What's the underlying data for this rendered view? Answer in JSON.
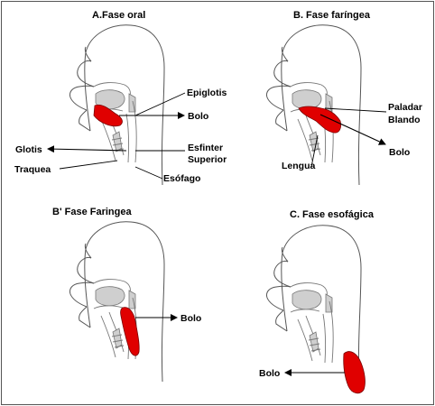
{
  "colors": {
    "bolus": "#e00000",
    "border": "#555555",
    "outline": "#555555"
  },
  "panels": {
    "a": {
      "title": "A.Fase oral",
      "labels": {
        "epiglotis": "Epiglotis",
        "bolo": "Bolo",
        "glotis": "Glotis",
        "esfinter_1": "Esfinter",
        "esfinter_2": "Superior",
        "traquea": "Traquea",
        "esofago": "Esófago"
      }
    },
    "b": {
      "title": "B. Fase faríngea",
      "labels": {
        "paladar_1": "Paladar",
        "paladar_2": "Blando",
        "bolo": "Bolo",
        "lengua": "Lengua"
      }
    },
    "b_prime": {
      "title": "B' Fase Faringea",
      "labels": {
        "bolo": "Bolo"
      }
    },
    "c": {
      "title": "C. Fase esofágica",
      "labels": {
        "bolo": "Bolo"
      }
    }
  }
}
